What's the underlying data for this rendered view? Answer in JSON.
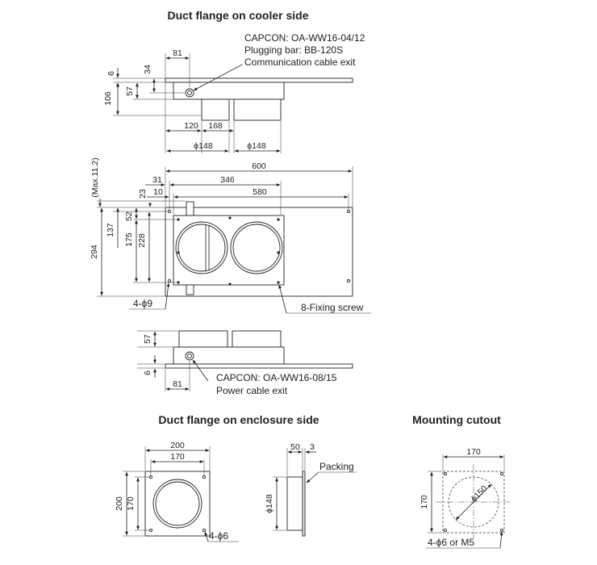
{
  "titles": {
    "cooler_side": "Duct flange on cooler side",
    "enclosure_side": "Duct flange on enclosure side",
    "mounting_cutout": "Mounting cutout"
  },
  "notes": {
    "capcon_top": "CAPCON: OA-WW16-04/12",
    "plugging_bar": "Plugging bar: BB-120S",
    "comm_cable_exit": "Communication cable exit",
    "fixing_screw": "8-Fixing screw",
    "hole_spec_front": "4-ϕ9",
    "capcon_bottom": "CAPCON: OA-WW16-08/15",
    "power_cable_exit": "Power cable exit",
    "packing": "Packing",
    "hole_spec_flange": "4-ϕ6",
    "hole_spec_cutout": "4-ϕ6 or M5"
  },
  "dims": {
    "top_81": "81",
    "top_6": "6",
    "top_34": "34",
    "top_106": "106",
    "top_57": "57",
    "top_120": "120",
    "top_168": "168",
    "top_phi148_a": "ϕ148",
    "top_phi148_b": "ϕ148",
    "front_600": "600",
    "front_346": "346",
    "front_580": "580",
    "front_31": "31",
    "front_10": "10",
    "front_23": "23",
    "front_max": "(Max.11.2)",
    "front_52": "52",
    "front_137": "137",
    "front_175": "175",
    "front_228": "228",
    "front_294": "294",
    "bottom_57": "57",
    "bottom_6": "6",
    "bottom_81": "81",
    "flange_200w": "200",
    "flange_170w": "170",
    "flange_200h": "200",
    "flange_170h": "170",
    "side_50": "50",
    "side_3": "3",
    "side_phi148": "ϕ148",
    "cutout_170w": "170",
    "cutout_170h": "170",
    "cutout_phi150": "ϕ150"
  }
}
